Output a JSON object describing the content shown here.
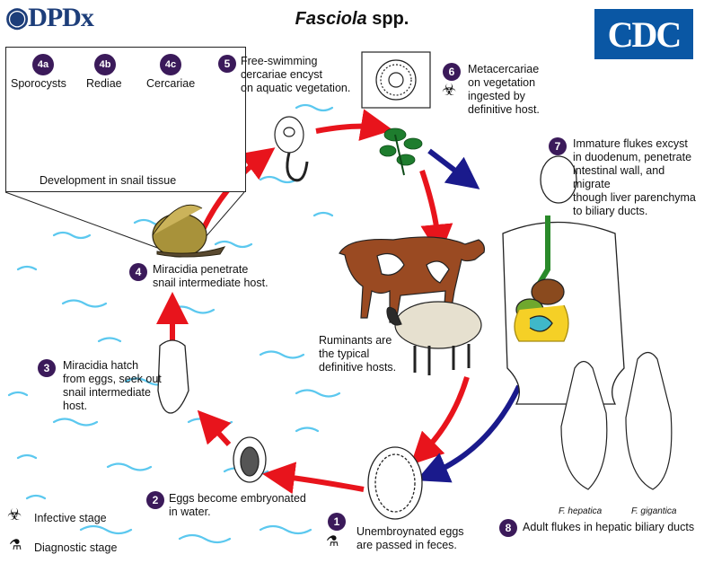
{
  "header": {
    "logo_text": "DPDx",
    "title_italic": "Fasciola",
    "title_rest": " spp.",
    "agency_logo": "CDC"
  },
  "inset": {
    "stage_4a": {
      "num": "4a",
      "label": "Sporocysts"
    },
    "stage_4b": {
      "num": "4b",
      "label": "Rediae"
    },
    "stage_4c": {
      "num": "4c",
      "label": "Cercariae"
    },
    "caption": "Development in snail tissue"
  },
  "steps": {
    "s1": {
      "num": "1",
      "text": "Unembroynated eggs\nare passed in feces."
    },
    "s2": {
      "num": "2",
      "text": "Eggs become embryonated\nin water."
    },
    "s3": {
      "num": "3",
      "text": "Miracidia hatch\nfrom eggs, seek out\nsnail intermediate\nhost."
    },
    "s4": {
      "num": "4",
      "text": "Miracidia penetrate\nsnail intermediate host."
    },
    "s5": {
      "num": "5",
      "text": "Free-swimming\ncercariae encyst\non aquatic vegetation."
    },
    "s6": {
      "num": "6",
      "text": "Metacercariae\non vegetation\ningested by\ndefinitive host."
    },
    "s7": {
      "num": "7",
      "text": "Immature flukes excyst\nin duodenum, penetrate\nintestinal wall, and migrate\nthough liver parenchyma\nto biliary ducts."
    },
    "s8": {
      "num": "8",
      "text": "Adult flukes in hepatic biliary ducts"
    }
  },
  "hosts_label": "Ruminants are\nthe typical\ndefinitive hosts.",
  "fluke_labels": {
    "hepatica": "F. hepatica",
    "gigantica": "F. gigantica"
  },
  "legend": {
    "infective": "Infective stage",
    "diagnostic": "Diagnostic stage",
    "infective_icon": "biohazard-icon",
    "diagnostic_icon": "microscope-icon"
  },
  "colors": {
    "red_arrow": "#e8141c",
    "blue_arrow": "#1a1a8c",
    "water": "#5bc8ef",
    "step_badge": "#3b1a5a"
  }
}
